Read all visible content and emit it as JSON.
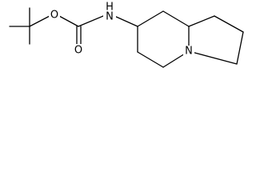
{
  "molecule": {
    "atoms": {
      "ester_oxygen": "O",
      "carbonyl_oxygen": "O",
      "amide_nitrogen": "H",
      "amide_nitrogen_n": "N",
      "ring_nitrogen": "N"
    },
    "colors": {
      "bond": "#000000",
      "label": "#000000",
      "background": "#ffffff"
    }
  }
}
